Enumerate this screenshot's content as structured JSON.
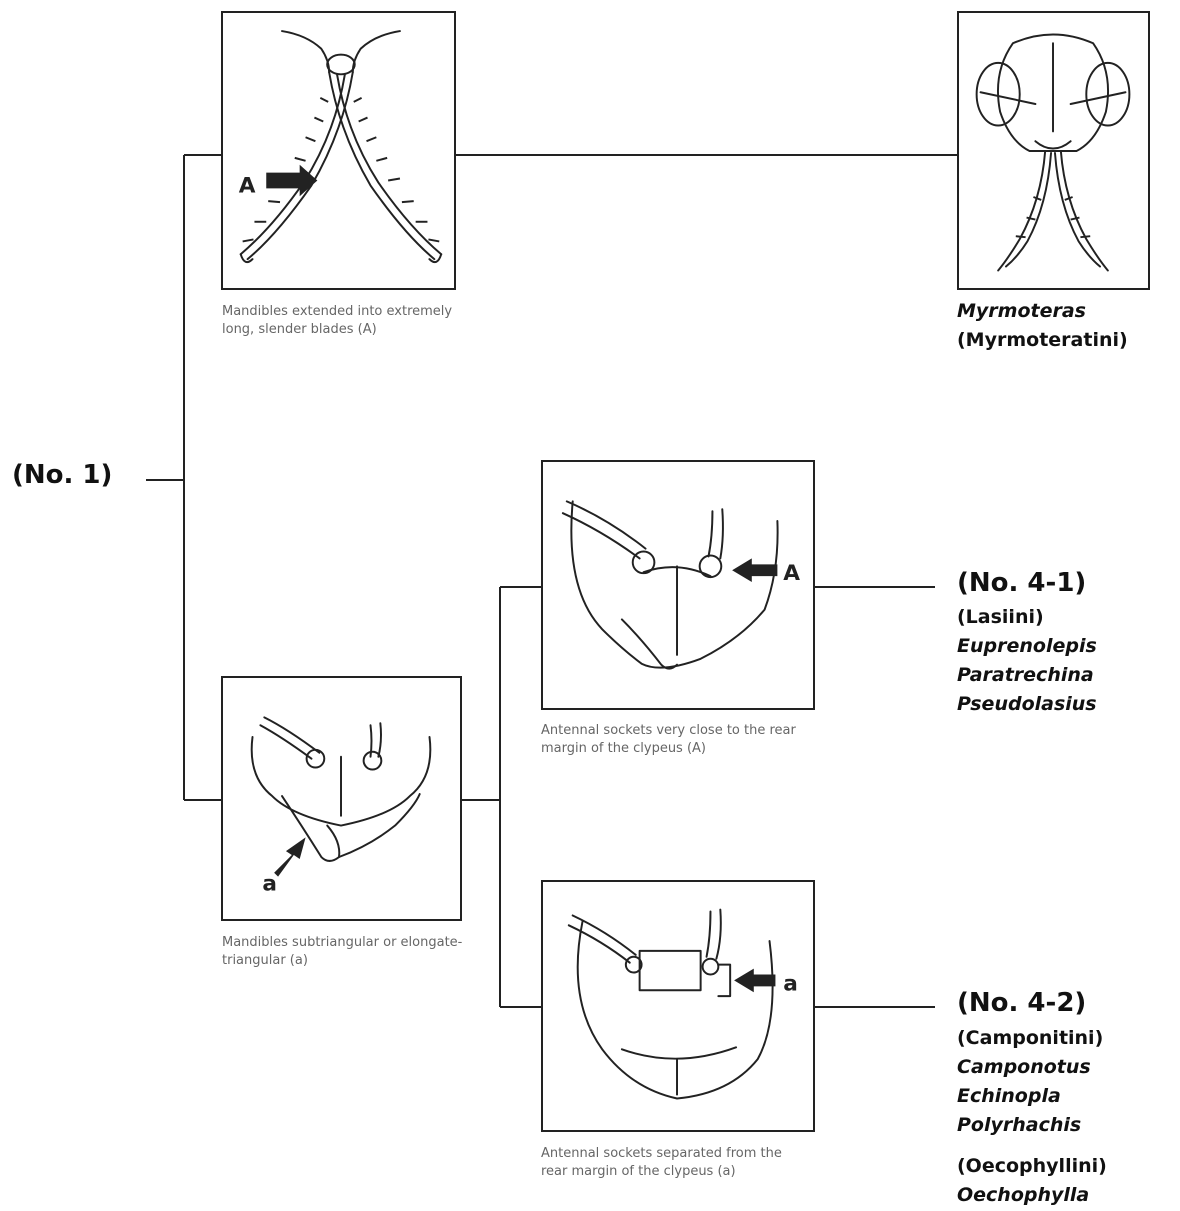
{
  "start_node": "(No. 1)",
  "couplet_a": {
    "caption": "Mandibles extended into extremely long, slender blades (A)",
    "pointer": "A"
  },
  "couplet_b": {
    "caption": "Mandibles subtriangular or elongate-triangular (a)",
    "pointer": "a"
  },
  "couplet_c": {
    "caption": "Antennal sockets very close to the rear margin of the clypeus (A)",
    "pointer": "A"
  },
  "couplet_d": {
    "caption": "Antennal sockets separated from the rear margin of the clypeus (a)",
    "pointer": "a"
  },
  "result_myrmoteras": {
    "genus": "Myrmoteras",
    "tribe": "(Myrmoteratini)"
  },
  "result_4_1": {
    "node": "(No. 4-1)",
    "tribe": "(Lasiini)",
    "genera": [
      "Euprenolepis",
      "Paratrechina",
      "Pseudolasius"
    ]
  },
  "result_4_2": {
    "node": "(No. 4-2)",
    "tribe_1": "(Camponitini)",
    "genera_1": [
      "Camponotus",
      "Echinopla",
      "Polyrhachis"
    ],
    "tribe_2": "(Oecophyllini)",
    "genera_2": [
      "Oechophylla"
    ]
  }
}
